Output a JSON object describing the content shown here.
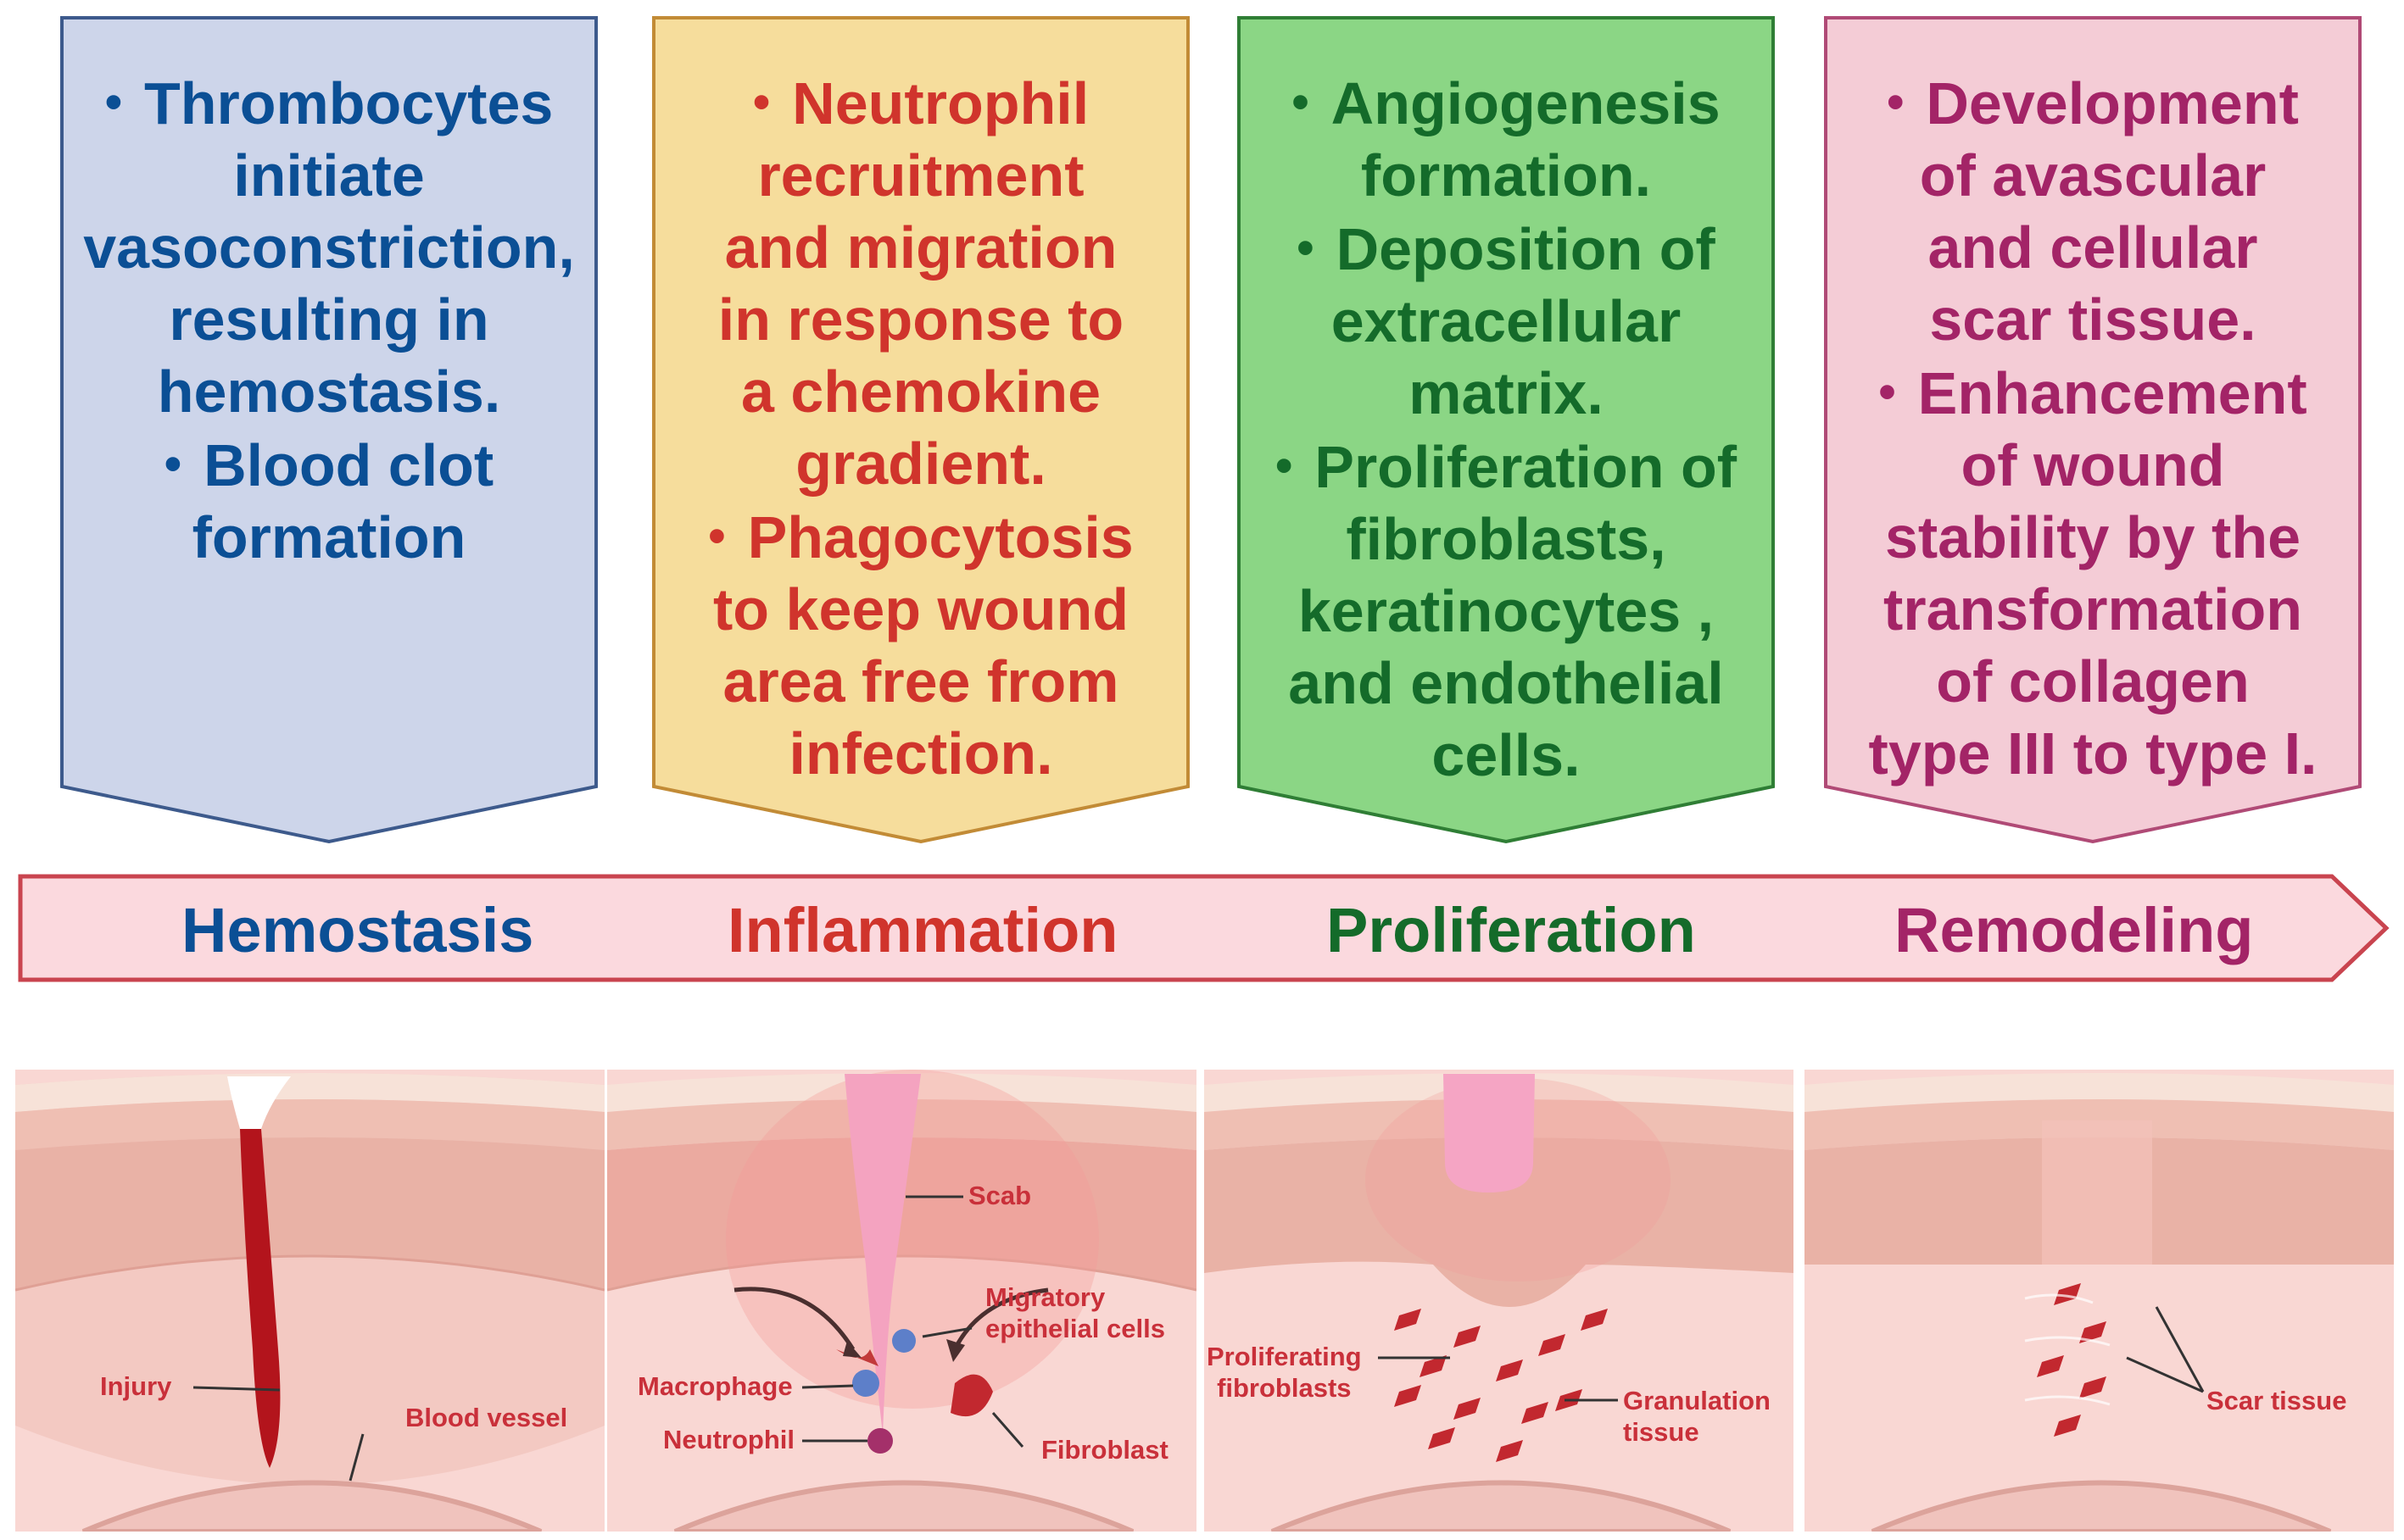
{
  "phases": [
    {
      "name": "Hemostasis",
      "color": "#0b4f95",
      "box_fill": "#cdd5ea",
      "bullets": [
        [
          "Thrombocytes",
          "initiate",
          "vasoconstriction,",
          "resulting in",
          "hemostasis."
        ],
        [
          "Blood clot",
          "formation"
        ]
      ]
    },
    {
      "name": "Inflammation",
      "color": "#d0342c",
      "box_fill": "#f6dd9c",
      "bullets": [
        [
          "Neutrophil",
          "recruitment",
          "and migration",
          "in response to",
          "a chemokine",
          "gradient."
        ],
        [
          "Phagocytosis",
          "to keep wound",
          "area free from",
          "infection."
        ]
      ]
    },
    {
      "name": "Proliferation",
      "color": "#146b2a",
      "box_fill": "#8bd685",
      "bullets": [
        [
          "Angiogenesis",
          "formation."
        ],
        [
          "Deposition of",
          "extracellular",
          "matrix."
        ],
        [
          "Proliferation of",
          "fibroblasts,",
          "keratinocytes ,",
          "and endothelial",
          "cells."
        ]
      ]
    },
    {
      "name": "Remodeling",
      "color": "#a32467",
      "box_fill": "#f4ccd6",
      "bullets": [
        [
          "Development",
          "of avascular",
          "and cellular",
          "scar tissue."
        ],
        [
          "Enhancement",
          "of wound",
          "stability by the",
          "transformation",
          "of collagen",
          "type III to type I."
        ]
      ]
    }
  ],
  "timeline_fill": "#fbd9de",
  "illustrations": {
    "hemostasis": {
      "labels": [
        "Injury",
        "Blood vessel"
      ]
    },
    "inflammation": {
      "labels": [
        "Scab",
        "Migratory\nepithelial cells",
        "Macrophage",
        "Neutrophil",
        "Fibroblast"
      ]
    },
    "proliferation": {
      "labels": [
        "Proliferating\nfibroblasts",
        "Granulation\ntissue"
      ]
    },
    "remodeling": {
      "labels": [
        "Scar tissue"
      ]
    }
  }
}
